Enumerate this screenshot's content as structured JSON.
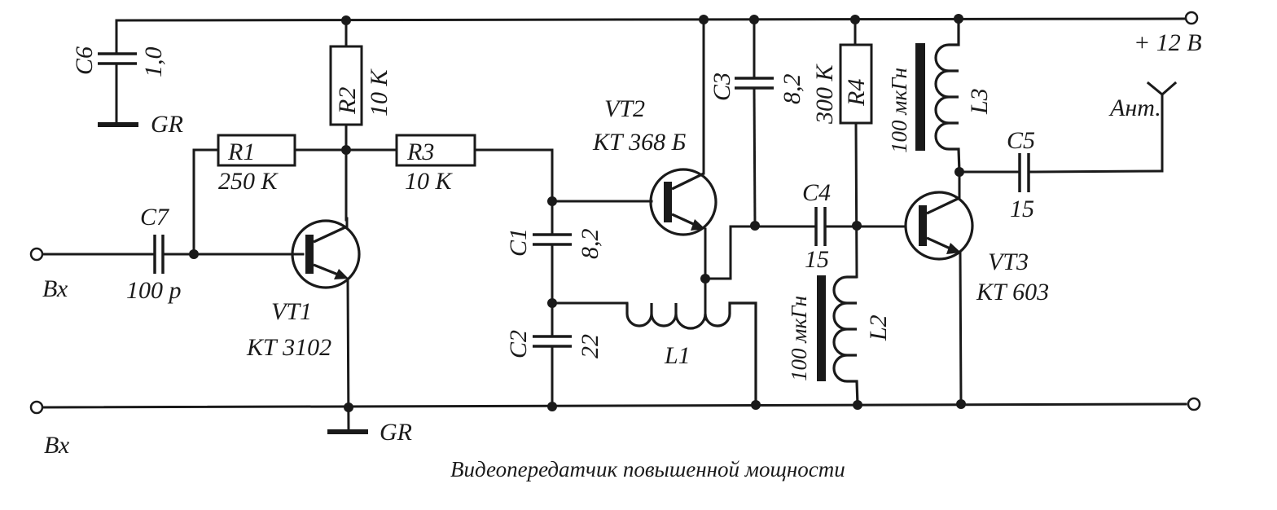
{
  "caption": "Видеопередатчик повышенной мощности",
  "terminals": {
    "input_top": "Вх",
    "input_bottom": "Вх",
    "supply": "+ 12 В",
    "antenna": "Ант."
  },
  "ground_labels": [
    "GR",
    "GR"
  ],
  "components": {
    "C6": {
      "ref": "C6",
      "value": "1,0"
    },
    "C7": {
      "ref": "C7",
      "value": "100 р"
    },
    "R1": {
      "ref": "R1",
      "value": "250 К"
    },
    "R2": {
      "ref": "R2",
      "value": "10 К"
    },
    "R3": {
      "ref": "R3",
      "value": "10 К"
    },
    "VT1": {
      "ref": "VT1",
      "value": "КТ 3102"
    },
    "VT2": {
      "ref": "VT2",
      "value": "КТ 368 Б"
    },
    "VT3": {
      "ref": "VT3",
      "value": "КТ 603"
    },
    "C1": {
      "ref": "C1",
      "value": "8,2"
    },
    "C2": {
      "ref": "C2",
      "value": "22"
    },
    "L1": {
      "ref": "L1"
    },
    "C3": {
      "ref": "C3",
      "value": "8,2"
    },
    "R4": {
      "ref": "R4",
      "value": "300 К"
    },
    "C4": {
      "ref": "C4",
      "value": "15"
    },
    "L2": {
      "ref": "L2",
      "value": "100 мкГн"
    },
    "L3": {
      "ref": "L3",
      "value": "100 мкГн"
    },
    "C5": {
      "ref": "C5",
      "value": "15"
    }
  }
}
